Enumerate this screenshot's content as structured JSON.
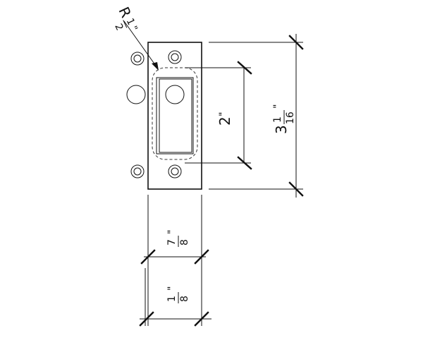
{
  "dimensions": {
    "radius": {
      "prefix": "R",
      "num": "1",
      "den": "2",
      "unit": "\""
    },
    "slot_length": {
      "whole": "2",
      "unit": "\""
    },
    "overall_height": {
      "whole": "3",
      "num": "1",
      "den": "16",
      "unit": "\""
    },
    "plate_width": {
      "num": "7",
      "den": "8",
      "unit": "\""
    },
    "offset_width": {
      "num": "1",
      "den": "8",
      "unit": "\""
    }
  },
  "colors": {
    "line": "#111111",
    "background": "#ffffff",
    "hidden": "#333333"
  }
}
